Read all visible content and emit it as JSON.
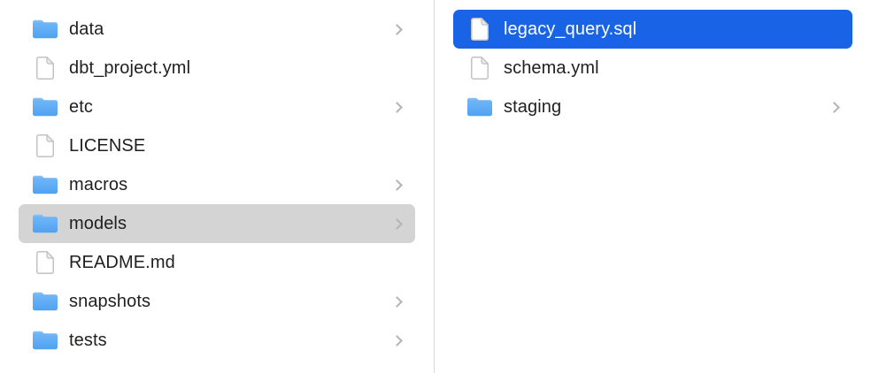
{
  "file_browser": {
    "left_column": {
      "items": [
        {
          "label": "data",
          "type": "folder",
          "has_chevron": true,
          "selected": false
        },
        {
          "label": "dbt_project.yml",
          "type": "file",
          "has_chevron": false,
          "selected": false
        },
        {
          "label": "etc",
          "type": "folder",
          "has_chevron": true,
          "selected": false
        },
        {
          "label": "LICENSE",
          "type": "file",
          "has_chevron": false,
          "selected": false
        },
        {
          "label": "macros",
          "type": "folder",
          "has_chevron": true,
          "selected": false
        },
        {
          "label": "models",
          "type": "folder",
          "has_chevron": true,
          "selected": true
        },
        {
          "label": "README.md",
          "type": "file",
          "has_chevron": false,
          "selected": false
        },
        {
          "label": "snapshots",
          "type": "folder",
          "has_chevron": true,
          "selected": false
        },
        {
          "label": "tests",
          "type": "folder",
          "has_chevron": true,
          "selected": false
        }
      ]
    },
    "right_column": {
      "items": [
        {
          "label": "legacy_query.sql",
          "type": "file",
          "has_chevron": false,
          "selected": true
        },
        {
          "label": "schema.yml",
          "type": "file",
          "has_chevron": false,
          "selected": false
        },
        {
          "label": "staging",
          "type": "folder",
          "has_chevron": true,
          "selected": false
        }
      ]
    },
    "colors": {
      "selection_blue": "#1863e6",
      "selection_gray": "#d4d4d4"
    }
  }
}
